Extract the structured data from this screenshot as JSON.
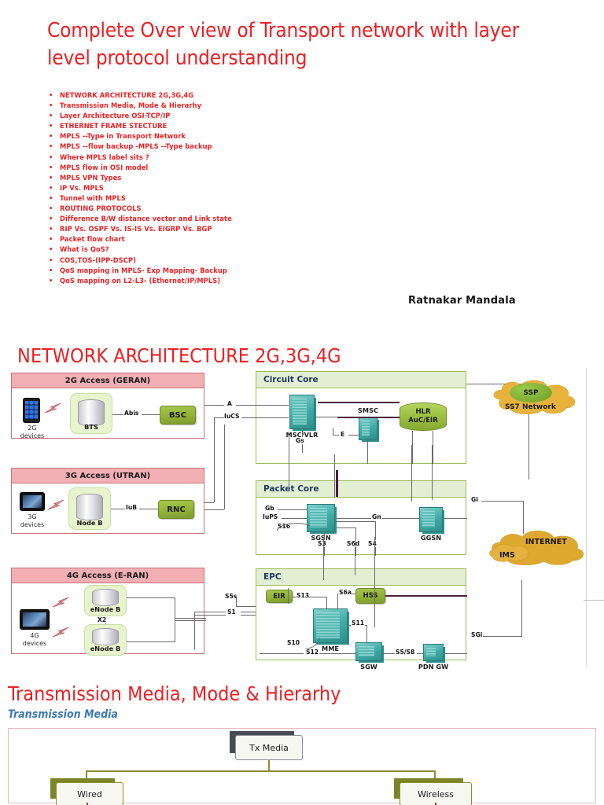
{
  "slide1": {
    "title": "Complete Over view of Transport network with layer level protocol understanding",
    "bullets": [
      "NETWORK ARCHITECTURE 2G,3G,4G",
      "Transmission Media, Mode & Hierarhy",
      "Layer Architecture OSI-TCP/IP",
      "ETHERNET FRAME STECTURE",
      "MPLS --Type in Transport Network",
      "MPLS --flow backup -MPLS --Type backup",
      "Where MPLS label sits ?",
      "MPLS flow in OSI model",
      "MPLS VPN Types",
      "IP Vs. MPLS",
      "Tunnel with MPLS",
      "ROUTING PROTOCOLS",
      "Difference B/W distance vector and Link state",
      "RIP Vs. OSPF Vs. IS-IS Vs. EIGRP Vs. BGP",
      "Packet flow chart",
      "What is QoS?",
      "COS,TOS-(IPP-DSCP)",
      "QoS mapping in MPLS- Exp Mapping- Backup",
      "QoS mapping on L2-L3- (Ethernet/IP/MPLS)"
    ],
    "author": "Ratnakar Mandala"
  },
  "slide2": {
    "title": "NETWORK ARCHITECTURE 2G,3G,4G",
    "access_panels": [
      {
        "header": "2G Access (GERAN)",
        "device_label": "2G\ndevices",
        "device_line1": "2G",
        "device_line2": "devices",
        "radio_node": "BTS",
        "interface": "Abis",
        "controller": "BSC"
      },
      {
        "header": "3G Access (UTRAN)",
        "device_line1": "3G",
        "device_line2": "devices",
        "radio_node": "Node B",
        "interface": "IuB",
        "controller": "RNC"
      },
      {
        "header": "4G Access (E-RAN)",
        "device_line1": "4G",
        "device_line2": "devices",
        "radio_node_1": "eNode B",
        "radio_node_2": "eNode B",
        "interface": "X2"
      }
    ],
    "cores": [
      {
        "header": "Circuit Core",
        "nodes": [
          "MSC/VLR",
          "SMSC",
          "HLR AuC/EIR"
        ]
      },
      {
        "header": "Packet Core",
        "nodes": [
          "SGSN",
          "GGSN"
        ]
      },
      {
        "header": "EPC",
        "nodes": [
          "EIR",
          "HSS",
          "MME",
          "SGW",
          "PDN GW"
        ]
      }
    ],
    "node_labels": {
      "msc_vlr": "MSC/VLR",
      "smsc": "SMSC",
      "hlr_line1": "HLR",
      "hlr_line2": "AuC/EIR",
      "sgsn": "SGSN",
      "ggsn": "GGSN",
      "eir": "EIR",
      "hss": "HSS",
      "mme": "MME",
      "sgw": "SGW",
      "pdn_gw": "PDN GW"
    },
    "clouds": [
      {
        "name": "ss7",
        "inner": "SSP",
        "label": "SS7 Network"
      },
      {
        "name": "internet",
        "label_1": "INTERNET",
        "label_2": "IMS"
      }
    ],
    "interfaces": [
      "A",
      "IuCS",
      "E",
      "Gs",
      "Gb",
      "IuPS",
      "S16",
      "Gn",
      "Gi",
      "S3",
      "S6d",
      "S4",
      "S13",
      "S6a",
      "S5s",
      "S1",
      "S10",
      "S11",
      "S12",
      "S5/S8",
      "SGi"
    ],
    "interface_labels": {
      "a": "A",
      "iucs": "IuCS",
      "e": "E",
      "gs": "Gs",
      "gb": "Gb",
      "iups": "IuPS",
      "s16": "S16",
      "gn": "Gn",
      "gi": "Gi",
      "s3": "S3",
      "s6d": "S6d",
      "s4": "S4",
      "s13": "S13",
      "s6a": "S6a",
      "s5s": "S5s",
      "s1": "S1",
      "s10": "S10",
      "s11": "S11",
      "s12": "S12",
      "s5s8": "S5/S8",
      "sgi": "SGi",
      "abis": "Abis",
      "iub": "IuB",
      "x2": "X2"
    },
    "colors": {
      "title_red": "#ED2024",
      "access_pink": "#F2AFB4",
      "core_green": "#9BBB59",
      "node_teal": "#3FA9A3",
      "node_olive": "#8FB036",
      "cloud_gold": "#E8B33C"
    }
  },
  "slide3": {
    "title": "Transmission Media, Mode & Hierarhy",
    "subtitle": "Transmission Media",
    "tree": {
      "root": "Tx Media",
      "children": [
        "Wired",
        "Wireless"
      ]
    }
  }
}
